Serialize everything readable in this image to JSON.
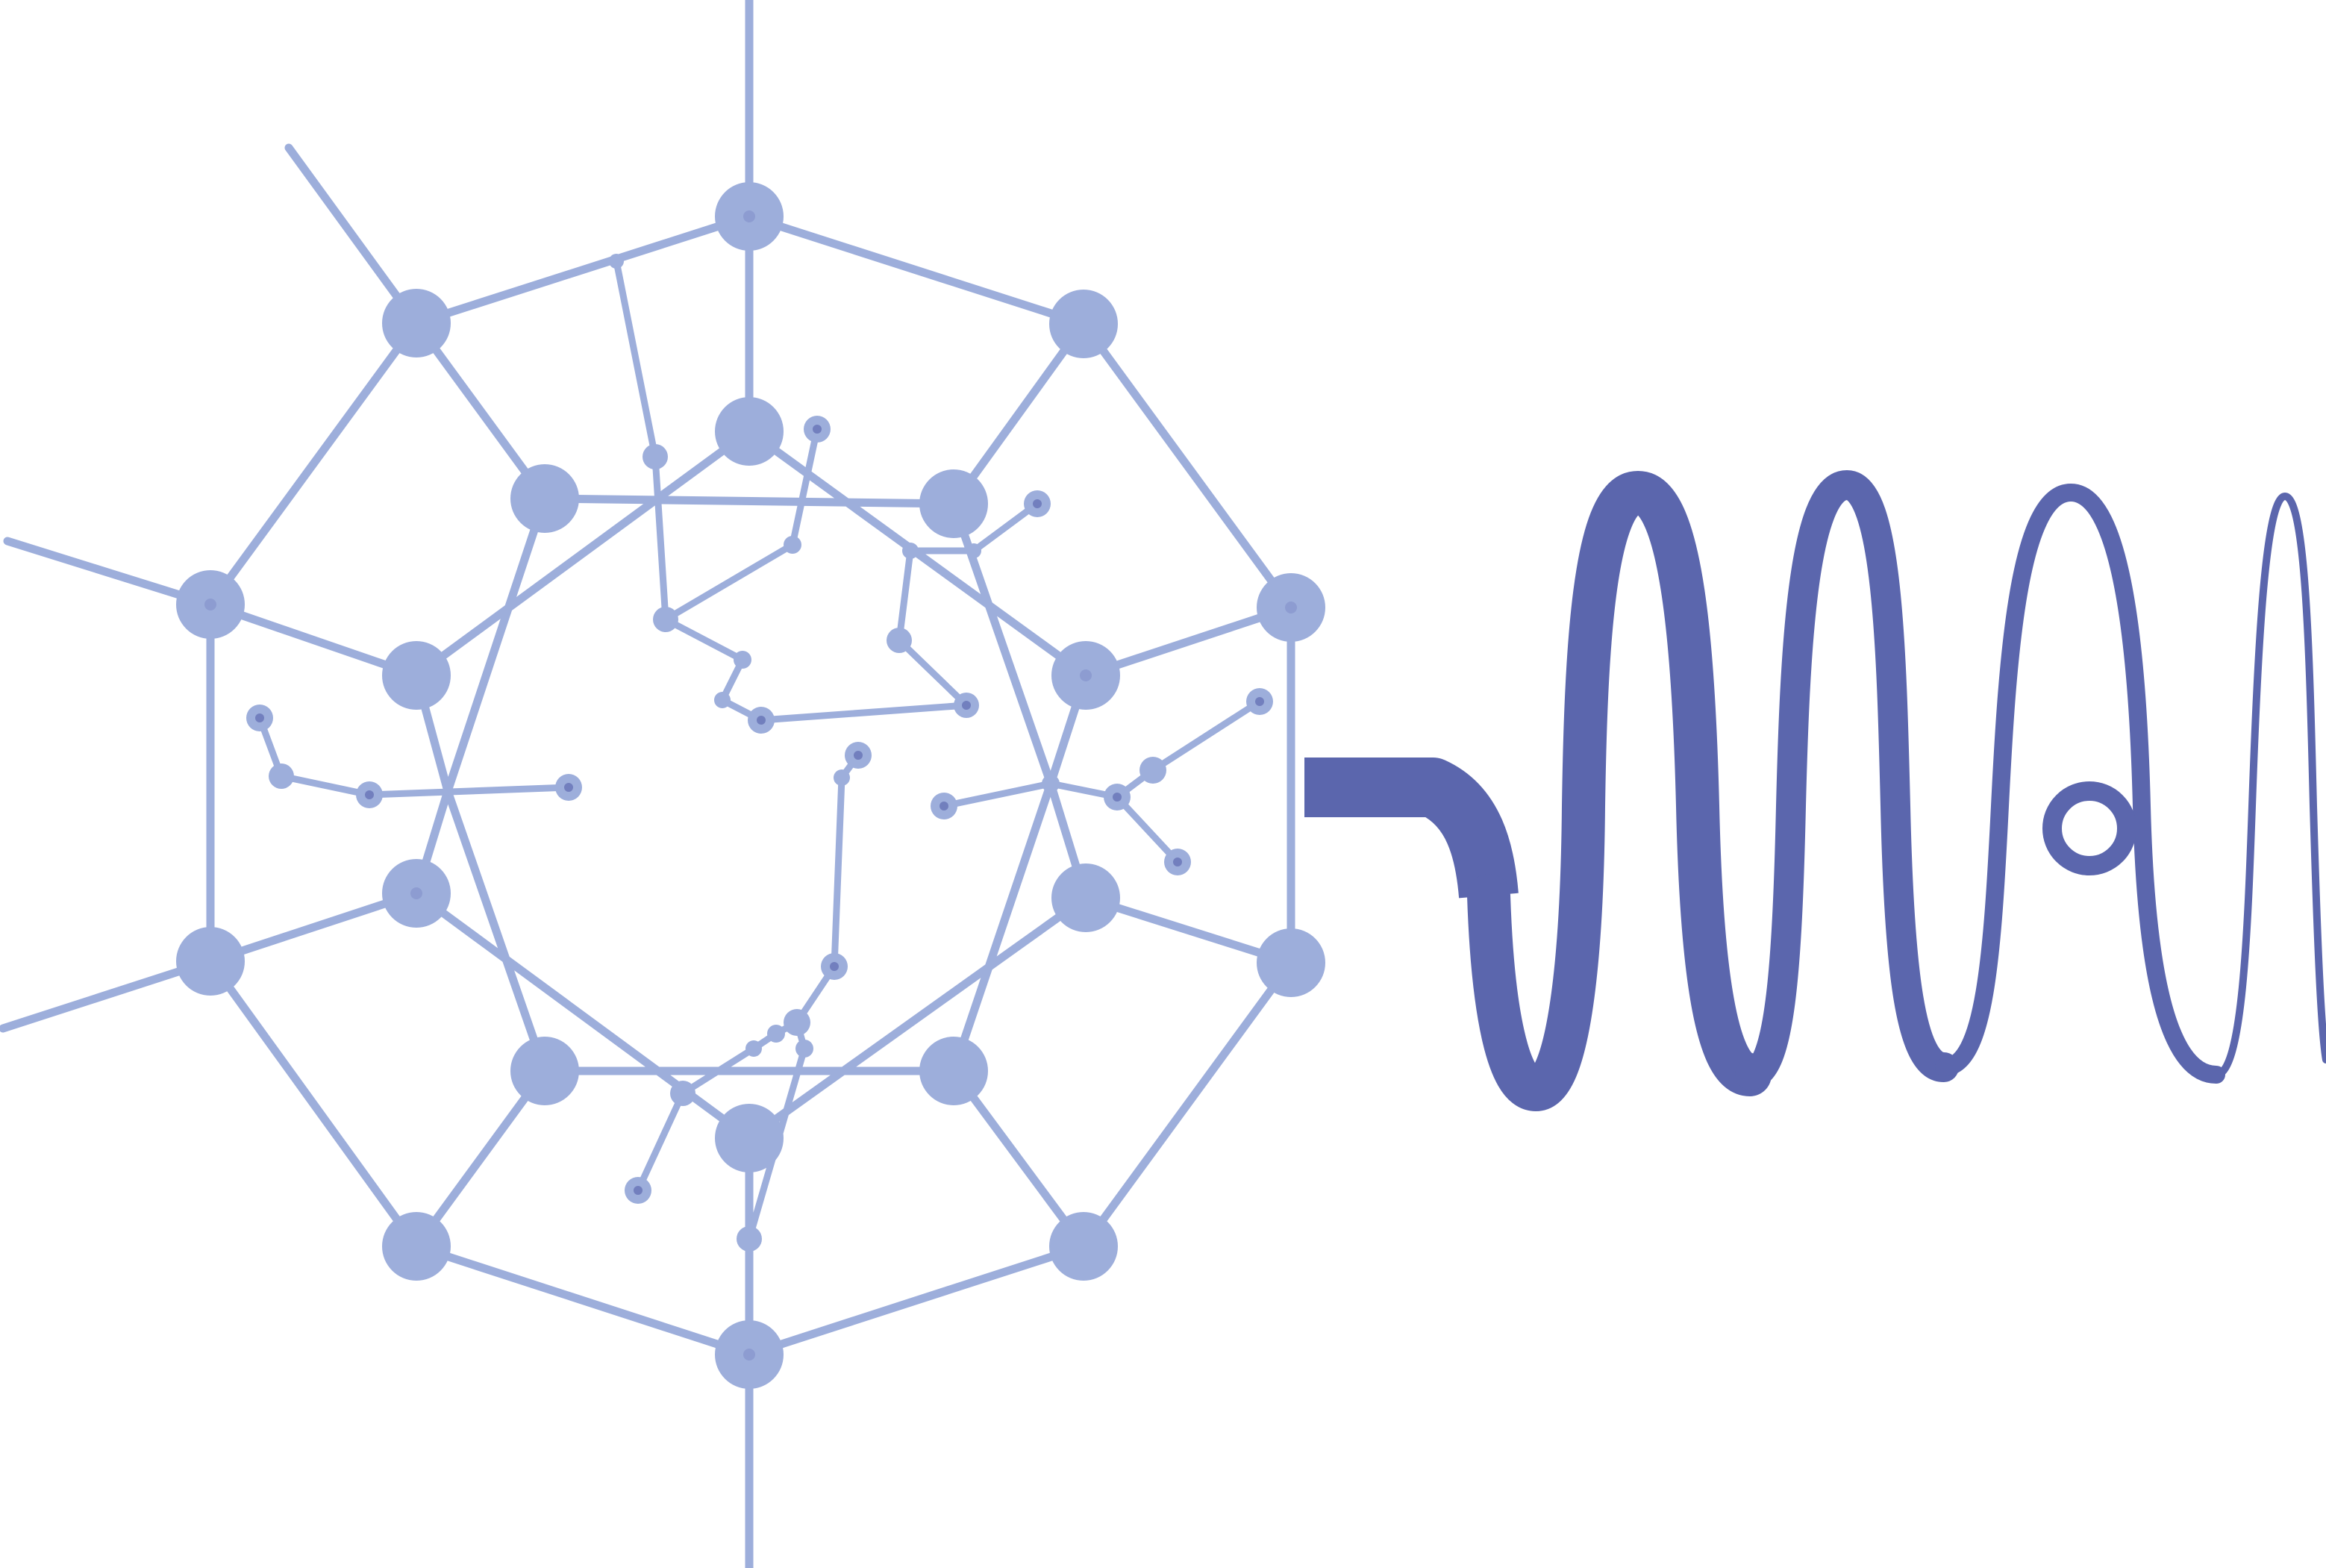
{
  "diagram": {
    "type": "molecular-illustration",
    "description_elements": [
      "cage-molecule",
      "oscillating-wave",
      "small-ring"
    ],
    "colors": {
      "cage": "#9daedb",
      "inner": "#9daedb",
      "inner_dot": "#4e5aa6",
      "wave": "#5b66ad",
      "background": "#ffffff"
    }
  }
}
